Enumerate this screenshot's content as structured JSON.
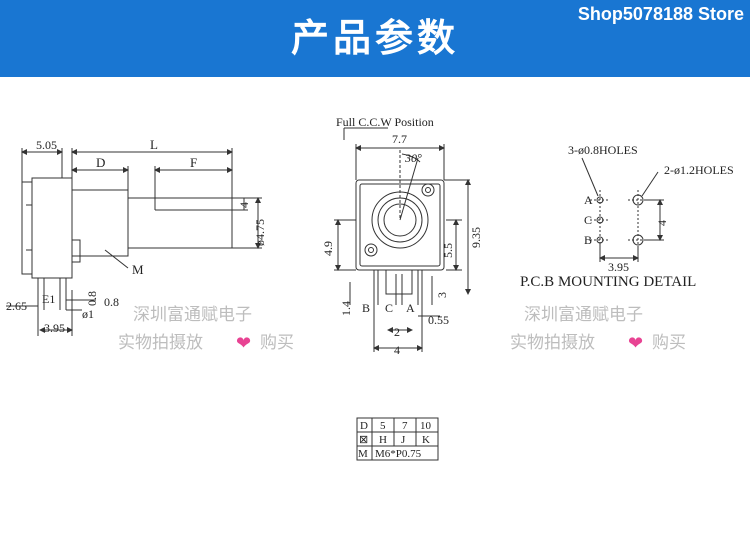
{
  "banner": {
    "title": "产品参数",
    "store": "Shop5078188 Store",
    "bg_color": "#1976d2"
  },
  "side_view": {
    "dims": [
      "5.05",
      "L",
      "D",
      "F",
      "4",
      "ø4.75",
      "M",
      "E1",
      "0.8",
      "ø1",
      "0.8",
      "2.65",
      "3.95"
    ]
  },
  "front_view": {
    "position_label": "Full C.C.W Position",
    "dims": [
      "7.7",
      "30°",
      "4.9",
      "9.35",
      "5.5",
      "1.4",
      "3",
      "0.55",
      "2",
      "4"
    ],
    "pin_labels": [
      "B",
      "C",
      "A"
    ]
  },
  "pcb_view": {
    "holes_small": "3-ø0.8HOLES",
    "holes_large": "2-ø1.2HOLES",
    "pin_labels": [
      "A",
      "C",
      "B"
    ],
    "dims": [
      "4",
      "3.95"
    ],
    "title": "P.C.B MOUNTING DETAIL"
  },
  "watermarks": [
    {
      "line1": "深圳富通赋电子",
      "line2a": "实物拍摄放",
      "line2b": "购买"
    },
    {
      "line1": "深圳富通赋电子",
      "line2a": "实物拍摄放",
      "line2b": "购买"
    }
  ],
  "table": {
    "rows": [
      [
        "D",
        "5",
        "7",
        "10"
      ],
      [
        "⊠",
        "H",
        "J",
        "K"
      ],
      [
        "M",
        "M6*P0.75"
      ]
    ]
  }
}
